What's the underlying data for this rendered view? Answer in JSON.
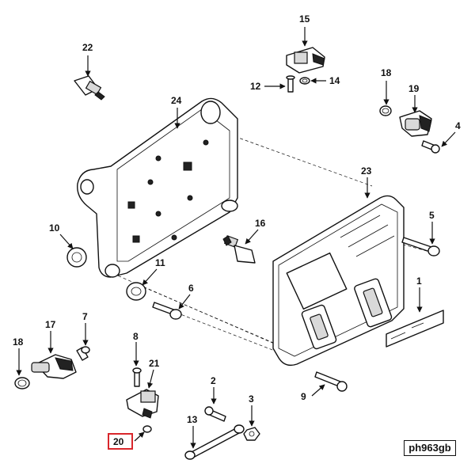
{
  "diagram": {
    "reference_code": "ph963gb",
    "highlighted_callout": "20",
    "callouts": [
      "1",
      "2",
      "3",
      "4",
      "5",
      "6",
      "7",
      "8",
      "9",
      "10",
      "11",
      "12",
      "13",
      "14",
      "15",
      "16",
      "17",
      "18",
      "18",
      "19",
      "20",
      "21",
      "22",
      "23",
      "24"
    ],
    "colors": {
      "ink": "#111111",
      "highlight": "#d9262b",
      "background": "#ffffff"
    }
  }
}
